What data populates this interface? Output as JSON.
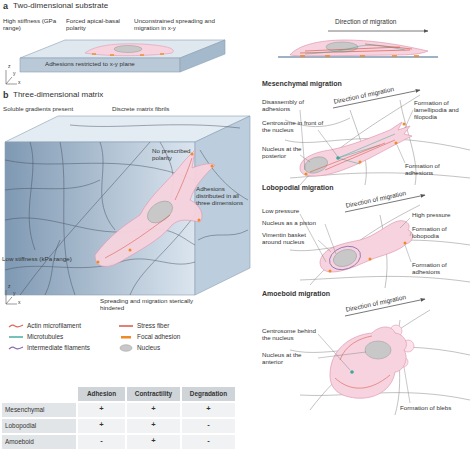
{
  "diagram": {
    "labels": [
      "a",
      "Two-dimensional substrate",
      "High stiffness (GPa range)",
      "Forced apical-basal polarity",
      "Unconstrained spreading and migration in x-y",
      "Adhesions restricted to x-y plane",
      "z",
      "y",
      "x",
      "Direction of migration",
      "b",
      "Three-dimensional matrix",
      "Soluble gradients present",
      "Discrete matrix fibrils",
      "No prescribed polarity",
      "Adhesions distributed in all three dimensions",
      "Low stiffness (kPa range)",
      "Spreading and migration sterically hindered",
      "z",
      "y",
      "x",
      "Mesenchymal migration",
      "Direction of migration",
      "Disassembly of adhesions",
      "Centrosome in front of the nucleus",
      "Nucleus at the posterior",
      "Formation of lamellipodia and filopodia",
      "Formation of adhesions",
      "Lobopodial migration",
      "Direction of migration",
      "Low pressure",
      "Nucleus as a piston",
      "Vimentin basket around nucleus",
      "High pressure",
      "Formation of lobopodia",
      "Formation of adhesions",
      "Amoeboid migration",
      "Direction of migration",
      "Centrosome behind the nucleus",
      "Nucleus at the anterior",
      "Formation of blebs",
      "Adhesion",
      "Contractility",
      "Degradation",
      "Mesenchymal",
      "+",
      "+",
      "+",
      "Lobopodial",
      "+",
      "+",
      "-",
      "Amoeboid",
      "-",
      "+",
      "-"
    ],
    "legend": [
      {
        "text": "Actin microfilament"
      },
      {
        "text": "Microtubules"
      },
      {
        "text": "Intermediate filaments"
      },
      {
        "text": "Stress fiber"
      },
      {
        "text": "Focal adhesion"
      },
      {
        "text": "Nucleus"
      }
    ]
  }
}
